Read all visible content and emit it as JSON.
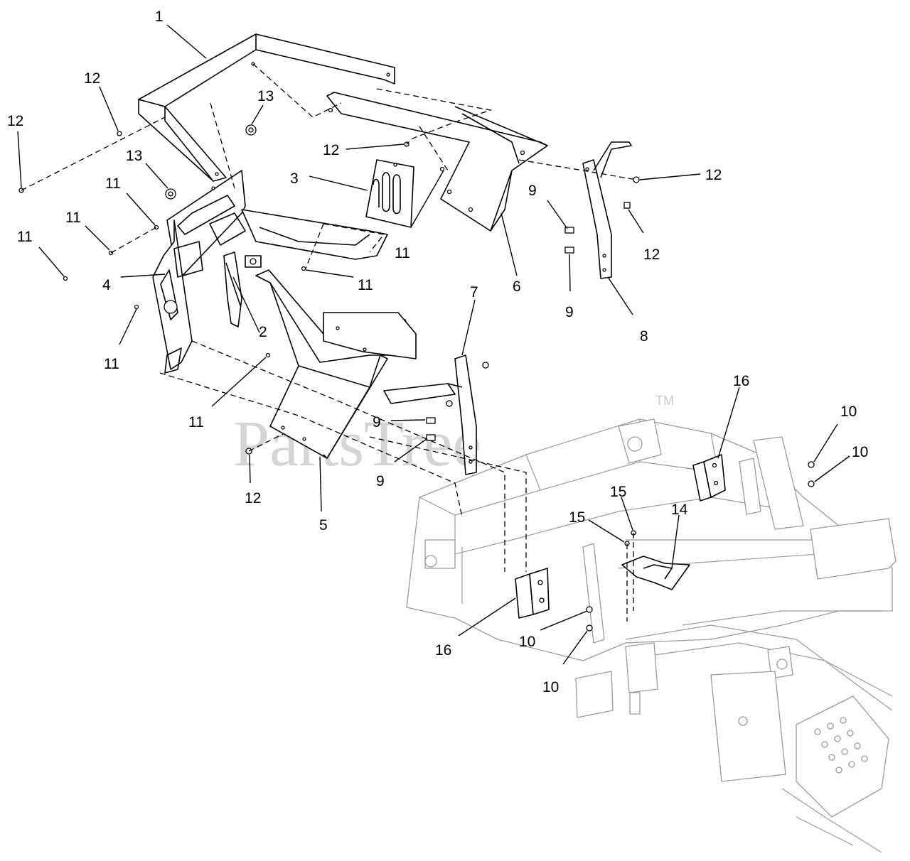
{
  "watermark": {
    "text": "PartsTree",
    "trademark": "TM"
  },
  "callouts": [
    {
      "id": "c1",
      "text": "1"
    },
    {
      "id": "c2",
      "text": "2"
    },
    {
      "id": "c3",
      "text": "3"
    },
    {
      "id": "c4",
      "text": "4"
    },
    {
      "id": "c5",
      "text": "5"
    },
    {
      "id": "c6",
      "text": "6"
    },
    {
      "id": "c7",
      "text": "7"
    },
    {
      "id": "c8",
      "text": "8"
    },
    {
      "id": "c9a",
      "text": "9"
    },
    {
      "id": "c9b",
      "text": "9"
    },
    {
      "id": "c9c",
      "text": "9"
    },
    {
      "id": "c9d",
      "text": "9"
    },
    {
      "id": "c10a",
      "text": "10"
    },
    {
      "id": "c10b",
      "text": "10"
    },
    {
      "id": "c10c",
      "text": "10"
    },
    {
      "id": "c10d",
      "text": "10"
    },
    {
      "id": "c11a",
      "text": "11"
    },
    {
      "id": "c11b",
      "text": "11"
    },
    {
      "id": "c11c",
      "text": "11"
    },
    {
      "id": "c11d",
      "text": "11"
    },
    {
      "id": "c11e",
      "text": "11"
    },
    {
      "id": "c11f",
      "text": "11"
    },
    {
      "id": "c11g",
      "text": "11"
    },
    {
      "id": "c12a",
      "text": "12"
    },
    {
      "id": "c12b",
      "text": "12"
    },
    {
      "id": "c12c",
      "text": "12"
    },
    {
      "id": "c12d",
      "text": "12"
    },
    {
      "id": "c12e",
      "text": "12"
    },
    {
      "id": "c12f",
      "text": "12"
    },
    {
      "id": "c13a",
      "text": "13"
    },
    {
      "id": "c13b",
      "text": "13"
    },
    {
      "id": "c14",
      "text": "14"
    },
    {
      "id": "c15a",
      "text": "15"
    },
    {
      "id": "c15b",
      "text": "15"
    },
    {
      "id": "c16a",
      "text": "16"
    },
    {
      "id": "c16b",
      "text": "16"
    }
  ]
}
